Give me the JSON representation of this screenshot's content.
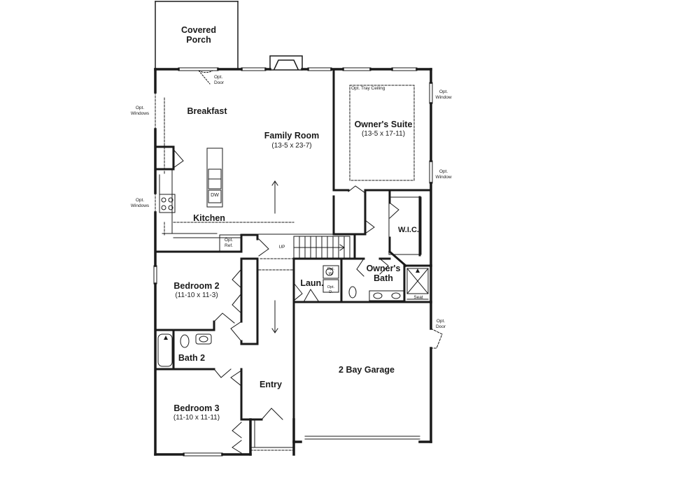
{
  "rooms": {
    "covered_porch": "Covered\nPorch",
    "breakfast": "Breakfast",
    "family_room": "Family Room",
    "family_room_dim": "(13-5 x 23-7)",
    "owners_suite": "Owner's Suite",
    "owners_suite_dim": "(13-5 x 17-11)",
    "kitchen": "Kitchen",
    "wic": "W.I.C.",
    "owners_bath": "Owner's\nBath",
    "laundry": "Laun.",
    "bedroom2": "Bedroom 2",
    "bedroom2_dim": "(11-10 x 11-3)",
    "bath2": "Bath 2",
    "entry": "Entry",
    "garage": "2 Bay Garage",
    "bedroom3": "Bedroom 3",
    "bedroom3_dim": "(11-10 x 11-11)"
  },
  "notes": {
    "opt_door_porch": "Opt.\nDoor",
    "opt_windows_breakfast": "Opt.\nWindows",
    "opt_windows_kitchen": "Opt.\nWindows",
    "opt_tray_ceiling": "Opt. Tray Ceiling",
    "opt_window_upper": "Opt.\nWindow",
    "opt_window_lower": "Opt.\nWindow",
    "opt_ref": "Opt.\nRef.",
    "up": "UP",
    "dw": "DW",
    "seat": "Seat",
    "opt_door_garage": "Opt.\nDoor",
    "opt_w": "Opt.\nW.",
    "opt_d": "Opt.\nD."
  }
}
